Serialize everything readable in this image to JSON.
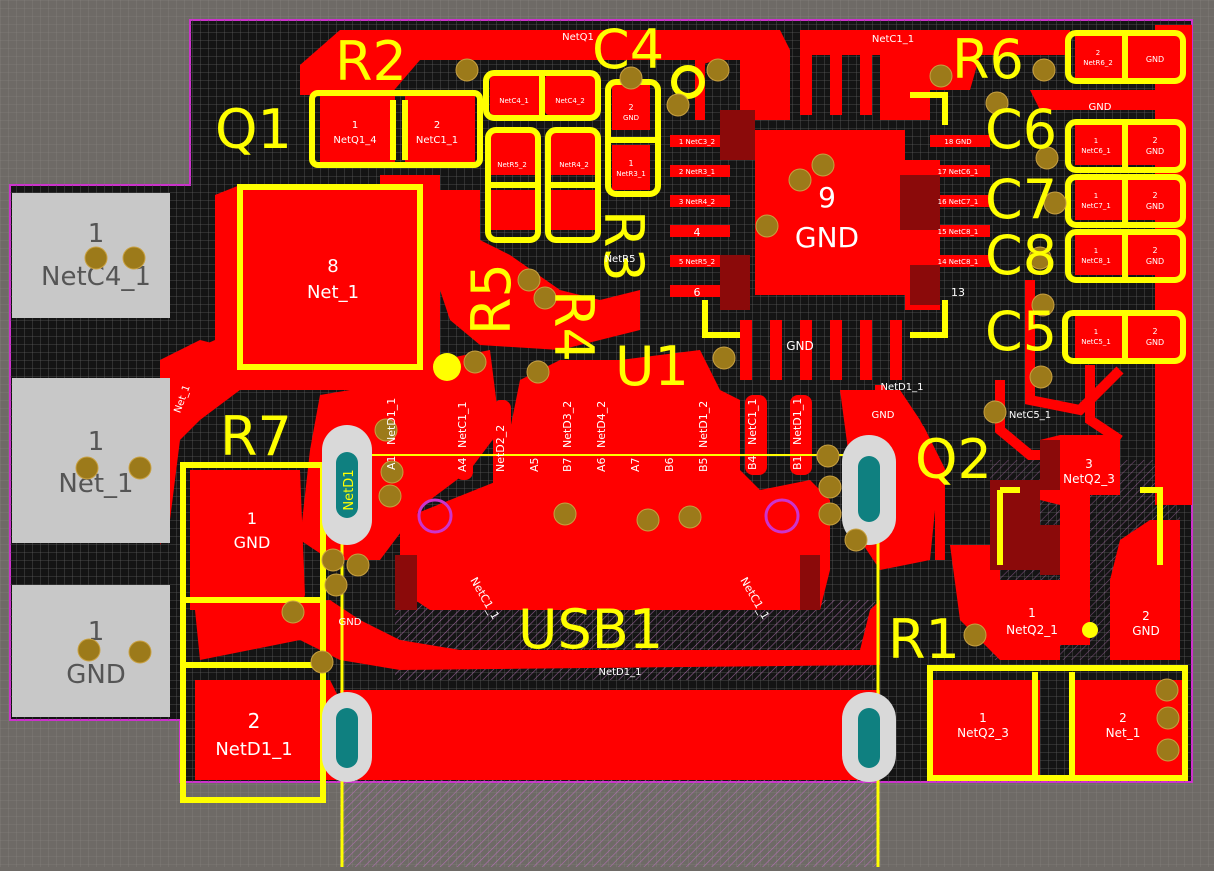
{
  "colors": {
    "background": "#6e6a66",
    "board": "#141414",
    "copper": "#ff0000",
    "silkscreen": "#ffff00",
    "via": "#9c7a1a",
    "pad_gray": "#c8c8c8",
    "outline": "#cc33cc",
    "dark_pad": "#8b0a0a",
    "hatch": "#b070b0",
    "usb_slot": "#d9d9d9",
    "usb_slot_inner": "#0f8080"
  },
  "refdes": {
    "r2": "R2",
    "q1": "Q1",
    "c4": "C4",
    "r6": "R6",
    "c6": "C6",
    "c7": "C7",
    "c8": "C8",
    "c5": "C5",
    "r5": "R5",
    "r4": "R4",
    "r3": "R3",
    "u1": "U1",
    "r7": "R7",
    "q2": "Q2",
    "usb1": "USB1",
    "r1": "R1"
  },
  "edge_pads": [
    {
      "number": "1",
      "net": "NetC4_1"
    },
    {
      "number": "1",
      "net": "Net_1"
    },
    {
      "number": "1",
      "net": "GND"
    }
  ],
  "pad_labels": {
    "q1_pad8_num": "8",
    "q1_pad8_net": "Net_1",
    "u1_center_num": "9",
    "u1_center_net": "GND",
    "r7_pad1_num": "1",
    "r7_pad1_net": "GND",
    "r7_pad2_num": "2",
    "r7_pad2_net": "NetD1_1",
    "r1_pad1_num": "1",
    "r1_pad1_net": "NetQ2_3",
    "r1_pad2_num": "2",
    "r1_pad2_net": "Net_1",
    "q2_pad3_num": "3",
    "q2_pad3_net": "NetQ2_3",
    "q2_pad1_num": "1",
    "q2_pad1_net": "NetQ2_1",
    "q2_pad2_num": "2",
    "q2_pad2_net": "GND",
    "r2_pad1": "1",
    "r2_net1": "NetQ1_4",
    "r2_pad2": "2",
    "r2_net2": "NetC1_1",
    "u1_pin1": "1 NetC3_2",
    "u1_pin2": "2 NetR3_1",
    "u1_pin3": "3 NetR4_2",
    "u1_pin4": "4",
    "u1_pin5": "5 NetR5_2",
    "u1_pin6": "6",
    "u1_pin13": "13",
    "u1_pin14": "14 NetC8_1",
    "u1_pin15": "15 NetC8_1",
    "u1_pin16": "16 NetC7_1",
    "u1_pin17": "17 NetC6_1",
    "u1_pin18": "18 GND",
    "u1_bottom_gnd": "GND",
    "c6_pad1": "1",
    "c6_net1": "NetC6_1",
    "c6_pad2": "2",
    "c6_net2": "GND",
    "c7_pad1": "1",
    "c7_net1": "NetC7_1",
    "c7_pad2": "2",
    "c7_net2": "GND",
    "c8_pad1": "1",
    "c8_net1": "NetC8_1",
    "c8_pad2": "2",
    "c8_net2": "GND",
    "c5_pad1": "1",
    "c5_net1": "NetC5_1",
    "c5_pad2": "2",
    "c5_net2": "GND",
    "r6_pad2": "2",
    "r6_net2": "NetR6_2",
    "r6_gnd": "GND",
    "c4a_net": "NetC4_1",
    "c4b_net": "NetC4_2",
    "c4_pad2": "2",
    "c4_gnd": "GND",
    "r3_pad1": "1",
    "r3_net": "NetR3_1",
    "r5_net": "NetR5_2",
    "r4_net": "NetR4_2",
    "usb_netd1": "NetD1_1",
    "usb_a1": "A1",
    "usb_a4": "A4",
    "usb_a5": "A5",
    "usb_a6": "A6",
    "usb_a7": "A7",
    "usb_b7": "B7",
    "usb_b6": "B6",
    "usb_b5": "B5",
    "usb_b4": "B4",
    "usb_b1": "B1",
    "usb_netc1": "NetC1_1",
    "usb_netd2": "NetD2_2",
    "usb_netd3": "NetD3_2",
    "usb_netd4": "NetD4_2",
    "usb_netd1_2": "NetD1_2",
    "usb_ne": "Ne",
    "trace_netq1": "NetQ1",
    "trace_netc1": "NetC1_1",
    "trace_netd1": "NetD1_1",
    "trace_gnd": "GND",
    "trace_net1": "Net_1",
    "trace_netc5": "NetC5_1",
    "trace_netr5": "NetR5",
    "shield_label": "NetD1"
  },
  "vias": 44
}
